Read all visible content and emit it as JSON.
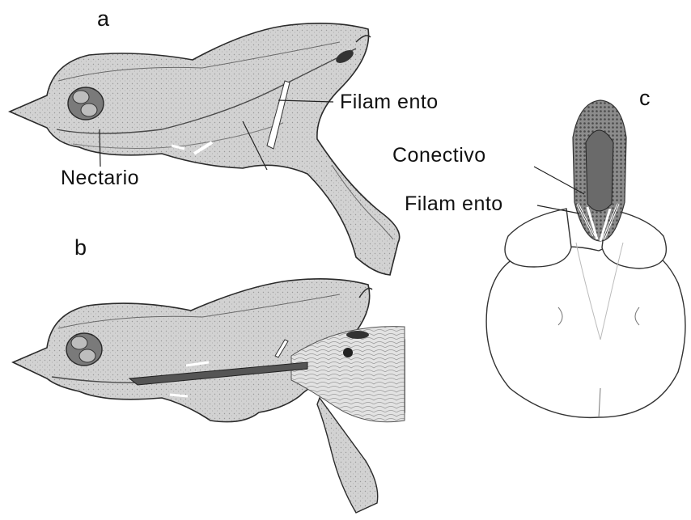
{
  "panels": {
    "a": "a",
    "b": "b",
    "c": "c"
  },
  "labels": {
    "nectario": "Nectario",
    "filamento_a": "Filam ento",
    "conectivo": "Conectivo",
    "filamento_c": "Filam ento"
  },
  "colors": {
    "background": "#ffffff",
    "tissue": "#cfcfcf",
    "tissue_dark": "#8a8a8a",
    "outline": "#2b2b2b",
    "anther": "#6e6e6e",
    "petal": "#ffffff"
  }
}
